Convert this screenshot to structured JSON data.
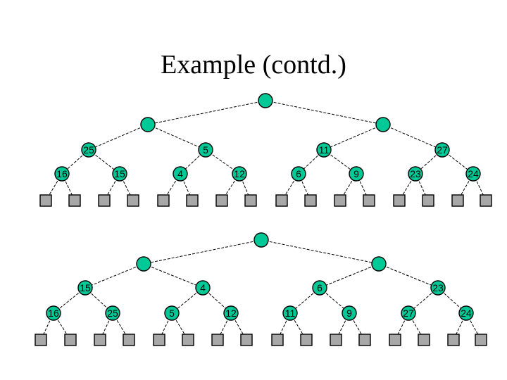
{
  "title": "Example (contd.)",
  "colors": {
    "node_fill": "#00c896",
    "leaf_fill": "#a8a8a8",
    "edge": "#000000"
  },
  "trees": [
    {
      "name": "top-tree",
      "keys": [
        "25",
        "5",
        "11",
        "27",
        "16",
        "15",
        "4",
        "12",
        "6",
        "9",
        "23",
        "24"
      ]
    },
    {
      "name": "bottom-tree",
      "keys": [
        "15",
        "4",
        "6",
        "23",
        "16",
        "25",
        "5",
        "12",
        "11",
        "9",
        "27",
        "24"
      ]
    }
  ]
}
